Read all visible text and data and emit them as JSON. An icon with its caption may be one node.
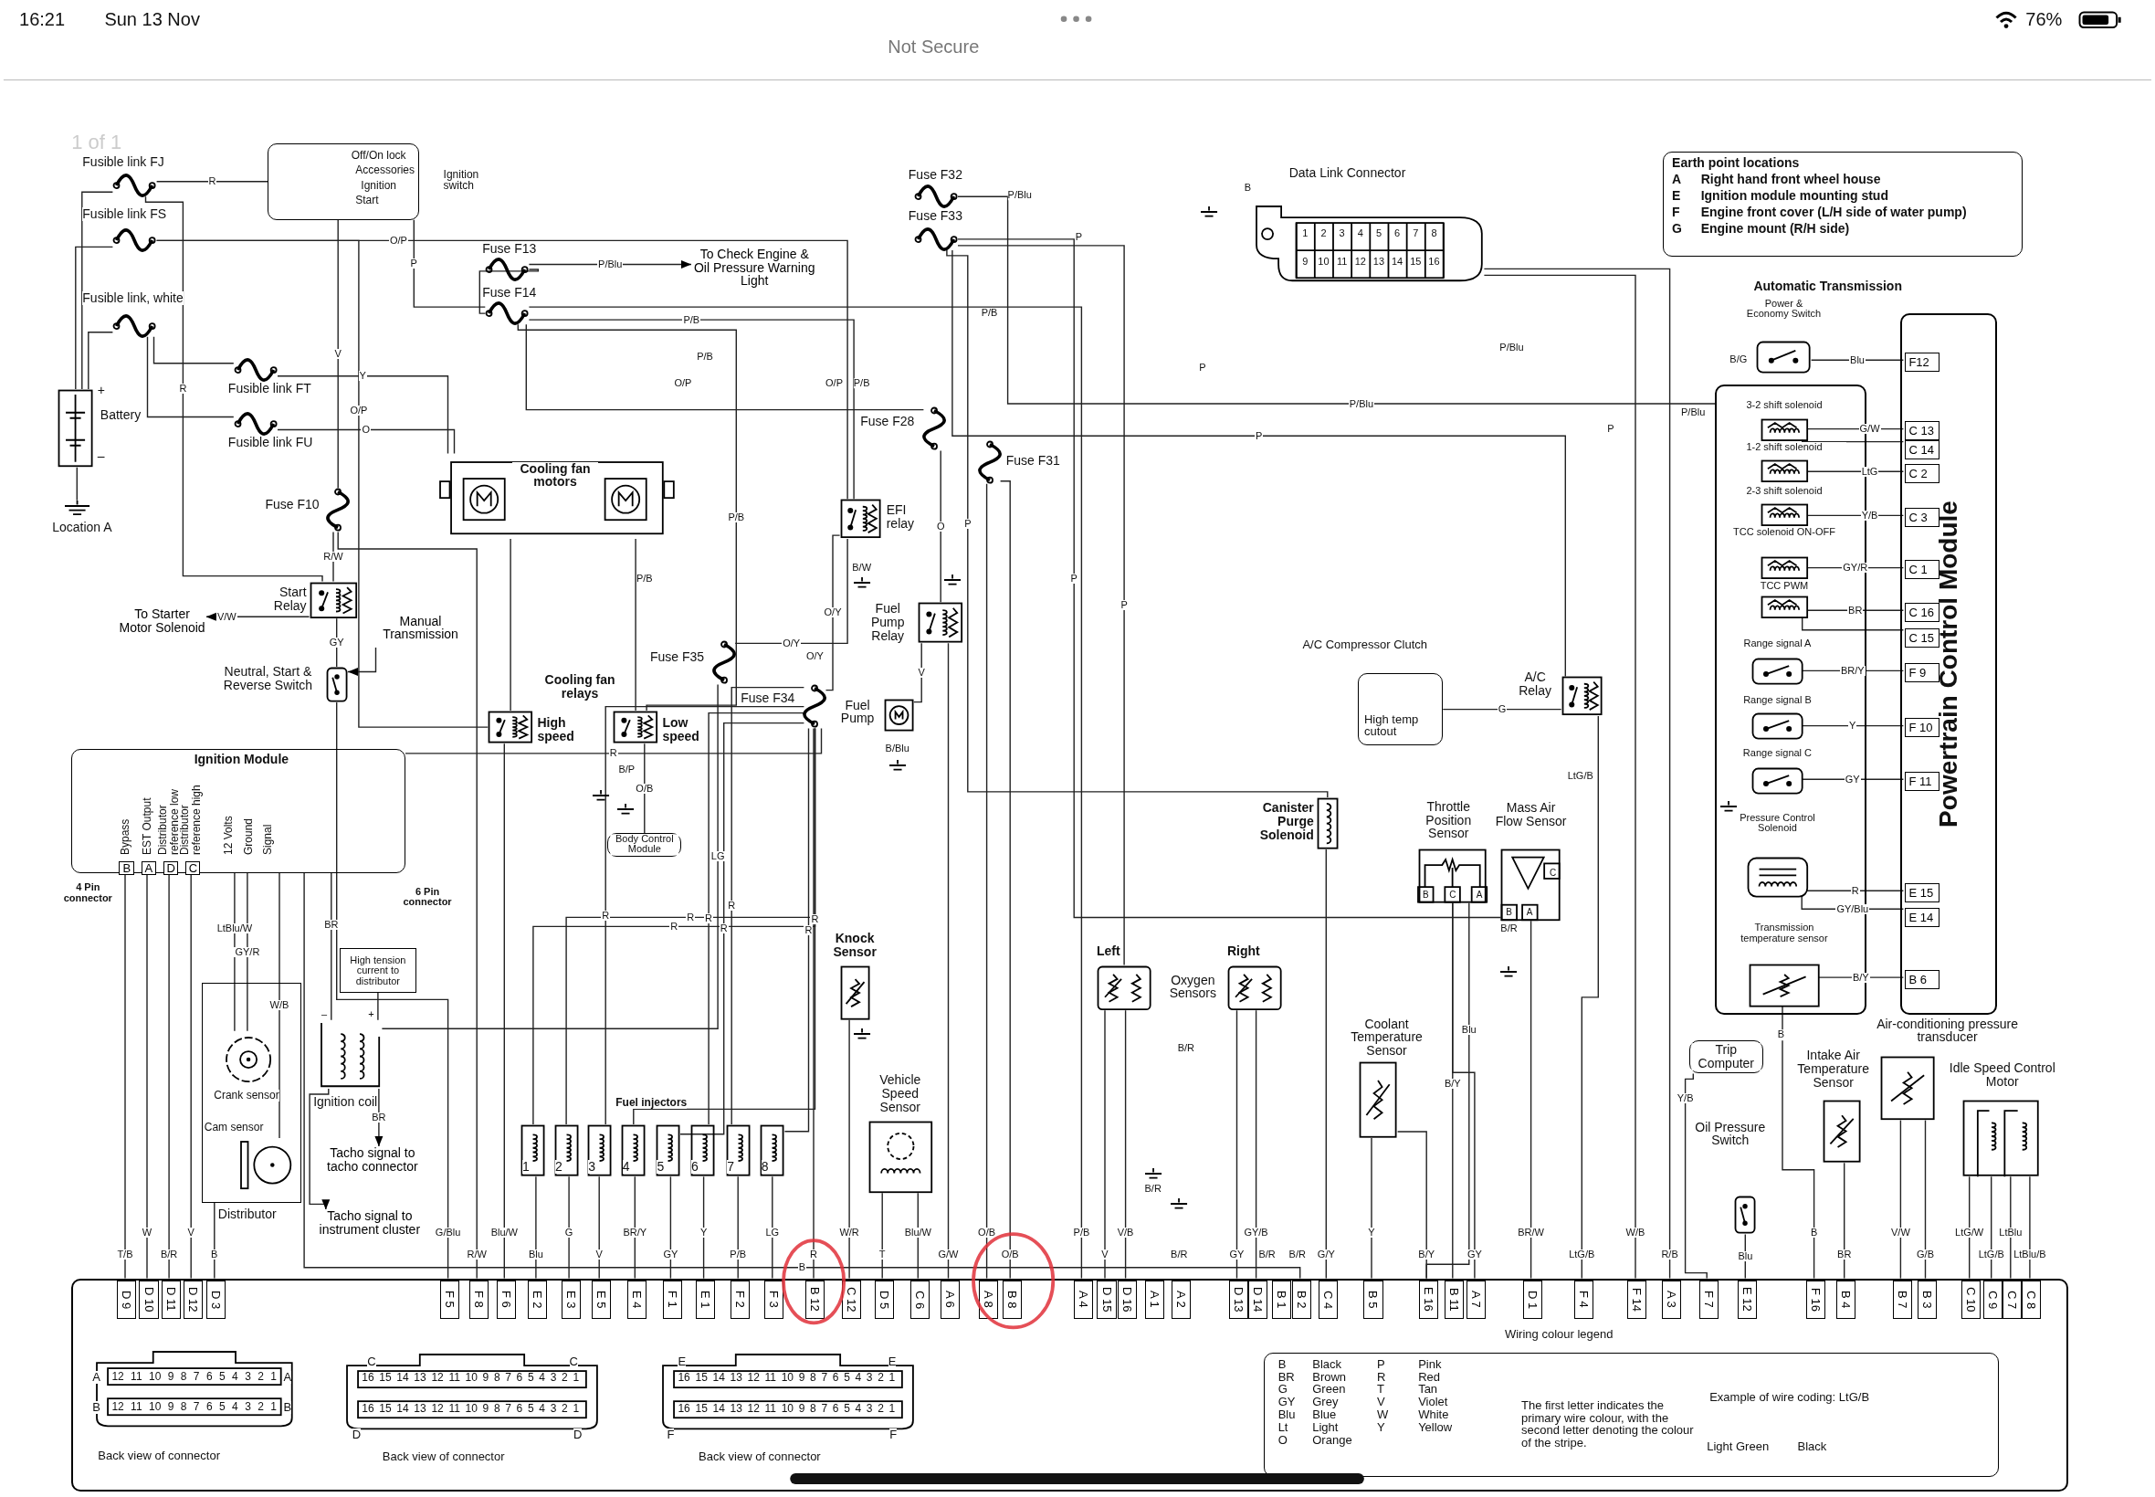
{
  "diagram": {
    "nodes": [
      {
        "text": [
          "Off/On lock",
          "Accessories",
          "Ignition",
          "Start",
          "Ignition switch"
        ]
      },
      {
        "text": [
          "Fusible link FJ"
        ]
      },
      {
        "text": [
          "Fusible link FS"
        ]
      },
      {
        "text": [
          "Fusible link, white"
        ]
      },
      {
        "text": [
          "Battery"
        ]
      },
      {
        "text": [
          "Location A"
        ]
      },
      {
        "text": [
          "Fusible link FT"
        ]
      },
      {
        "text": [
          "Fusible link FU"
        ]
      },
      {
        "text": [
          "Fuse F13"
        ]
      },
      {
        "text": [
          "Fuse F14"
        ]
      },
      {
        "text": [
          "To Check Engine & Oil Pressure Warning Light"
        ]
      },
      {
        "text": [
          "Fuse F32"
        ]
      },
      {
        "text": [
          "Fuse F33"
        ]
      },
      {
        "text": [
          "Data Link Connector"
        ]
      },
      {
        "text": [
          "Earth point locations",
          "A",
          "Right hand front wheel house",
          "E",
          "Ignition module mounting stud",
          "F",
          "Engine front cover (L/H side of water pump)",
          "G",
          "Engine mount (R/H side)"
        ]
      },
      {
        "text": [
          "Cooling fan motors"
        ]
      },
      {
        "text": [
          "Fuse F10"
        ]
      },
      {
        "text": [
          "Start Relay"
        ]
      },
      {
        "text": [
          "To Starter Motor Solenoid"
        ]
      },
      {
        "text": [
          "Neutral, Start & Reverse Switch"
        ]
      },
      {
        "text": [
          "Manual Transmission"
        ]
      },
      {
        "text": [
          "High speed"
        ]
      },
      {
        "text": [
          "Low speed"
        ]
      },
      {
        "text": [
          "Body Control Module"
        ]
      },
      {
        "text": [
          "Fuse F28"
        ]
      },
      {
        "text": [
          "Fuse F31"
        ]
      },
      {
        "text": [
          "EFI relay"
        ]
      },
      {
        "text": [
          "Fuel Pump Relay"
        ]
      },
      {
        "text": [
          "Fuel Pump"
        ]
      },
      {
        "text": [
          "Fuse F35"
        ]
      },
      {
        "text": [
          "Fuse F34"
        ]
      },
      {
        "text": [
          "A/C Compressor Clutch",
          "High temp cutout"
        ]
      },
      {
        "text": [
          "A/C Relay"
        ]
      },
      {
        "text": [
          "Canister Purge Solenoid"
        ]
      },
      {
        "text": [
          "Power & Economy Switch"
        ]
      },
      {
        "text": [],
        "shape": "box"
      },
      {
        "text": [
          "3-2 shift solenoid"
        ],
        "in": 35
      },
      {
        "text": [
          "1-2 shift solenoid"
        ],
        "in": 35
      },
      {
        "text": [
          "2-3 shift solenoid"
        ],
        "in": 35
      },
      {
        "text": [
          "TCC solenoid ON-OFF"
        ],
        "in": 35
      },
      {
        "text": [
          "TCC PWM"
        ],
        "in": 35
      },
      {
        "text": [
          "Range signal A"
        ],
        "in": 35
      },
      {
        "text": [
          "Range signal B"
        ],
        "in": 35
      },
      {
        "text": [
          "Range signal C"
        ],
        "in": 35
      },
      {
        "text": [
          "Pressure Control Solenoid"
        ],
        "in": 35
      },
      {
        "text": [
          "Transmission temperature sensor"
        ],
        "in": 35
      },
      {
        "text": [
          "Powertrain Control Module"
        ]
      },
      {
        "text": [
          "F12"
        ],
        "in": 46
      },
      {
        "text": [
          "C 13"
        ],
        "in": 46
      },
      {
        "text": [
          "C 14"
        ],
        "in": 46
      },
      {
        "text": [
          "C 2"
        ],
        "in": 46
      },
      {
        "text": [
          "C 3"
        ],
        "in": 46
      },
      {
        "text": [
          "C 1"
        ],
        "in": 46
      },
      {
        "text": [
          "C 16"
        ],
        "in": 46
      },
      {
        "text": [
          "C 15"
        ],
        "in": 46
      },
      {
        "text": [
          "F 9"
        ],
        "in": 46
      },
      {
        "text": [
          "F 10"
        ],
        "in": 46
      },
      {
        "text": [
          "F 11"
        ],
        "in": 46
      },
      {
        "text": [
          "E 15"
        ],
        "in": 46
      },
      {
        "text": [
          "E 14"
        ],
        "in": 46
      },
      {
        "text": [
          "B 6"
        ],
        "in": 46
      },
      {
        "text": [
          "Ignition Module"
        ]
      },
      {
        "text": [
          "B"
        ],
        "in": 61
      },
      {
        "text": [
          "A"
        ],
        "in": 61
      },
      {
        "text": [
          "D"
        ],
        "in": 61
      },
      {
        "text": [
          "C"
        ],
        "in": 61
      },
      {
        "text": [
          "High tension current to distributor"
        ]
      },
      {
        "text": [
          "Ignition coil"
        ]
      },
      {
        "text": [
          "Distributor"
        ]
      },
      {
        "text": [
          "Crank sensor"
        ],
        "in": 68
      },
      {
        "text": [
          "Cam sensor"
        ],
        "in": 68
      },
      {
        "text": [
          "Tacho signal to tacho connector"
        ]
      },
      {
        "text": [
          "Tacho signal to instrument cluster"
        ]
      },
      {
        "text": [
          "1"
        ]
      },
      {
        "text": [
          "2"
        ]
      },
      {
        "text": [
          "3"
        ]
      },
      {
        "text": [
          "4"
        ]
      },
      {
        "text": [
          "5"
        ]
      },
      {
        "text": [
          "6"
        ]
      },
      {
        "text": [
          "7"
        ]
      },
      {
        "text": [
          "8"
        ]
      },
      {
        "text": [
          "Knock Sensor"
        ]
      },
      {
        "text": [
          "Vehicle Speed Sensor"
        ]
      },
      {
        "text": [
          "Left"
        ]
      },
      {
        "text": [
          "Right"
        ]
      },
      {
        "text": [
          "Coolant Temperature Sensor"
        ]
      },
      {
        "text": [
          "Throttle Position Sensor"
        ]
      },
      {
        "text": [
          "Mass Air Flow Sensor"
        ]
      },
      {
        "text": [
          "Trip Computer"
        ]
      },
      {
        "text": [
          "Oil Pressure Switch"
        ]
      },
      {
        "text": [
          "Intake Air Temperature Sensor"
        ]
      },
      {
        "text": [
          "Air-conditioning pressure transducer"
        ]
      },
      {
        "text": [
          "Idle Speed Control Motor"
        ]
      },
      {
        "text": [],
        "shape": "box"
      },
      {
        "text": [
          "D 9"
        ],
        "in": 93
      },
      {
        "text": [
          "D 10"
        ],
        "in": 93
      },
      {
        "text": [
          "D 11"
        ],
        "in": 93
      },
      {
        "text": [
          "D 12"
        ],
        "in": 93
      },
      {
        "text": [
          "D 3"
        ],
        "in": 93
      },
      {
        "text": [
          "F 5"
        ],
        "in": 93
      },
      {
        "text": [
          "F 8"
        ],
        "in": 93
      },
      {
        "text": [
          "F 6"
        ],
        "in": 93
      },
      {
        "text": [
          "E 2"
        ],
        "in": 93
      },
      {
        "text": [
          "E 3"
        ],
        "in": 93
      },
      {
        "text": [
          "E 5"
        ],
        "in": 93
      },
      {
        "text": [
          "E 4"
        ],
        "in": 93
      },
      {
        "text": [
          "F 1"
        ],
        "in": 93
      },
      {
        "text": [
          "E 1"
        ],
        "in": 93
      },
      {
        "text": [
          "F 2"
        ],
        "in": 93
      },
      {
        "text": [
          "F 3"
        ],
        "in": 93
      },
      {
        "text": [
          "B 12"
        ],
        "in": 93
      },
      {
        "text": [
          "C 12"
        ],
        "in": 93
      },
      {
        "text": [
          "D 5"
        ],
        "in": 93
      },
      {
        "text": [
          "C 6"
        ],
        "in": 93
      },
      {
        "text": [
          "A 6"
        ],
        "in": 93
      },
      {
        "text": [
          "A 8"
        ],
        "in": 93
      },
      {
        "text": [
          "B 8"
        ],
        "in": 93
      },
      {
        "text": [
          "A 4"
        ],
        "in": 93
      },
      {
        "text": [
          "D 15"
        ],
        "in": 93
      },
      {
        "text": [
          "D 16"
        ],
        "in": 93
      },
      {
        "text": [
          "A 1"
        ],
        "in": 93
      },
      {
        "text": [
          "A 2"
        ],
        "in": 93
      },
      {
        "text": [
          "D 13"
        ],
        "in": 93
      },
      {
        "text": [
          "D 14"
        ],
        "in": 93
      },
      {
        "text": [
          "B 1"
        ],
        "in": 93
      },
      {
        "text": [
          "B 2"
        ],
        "in": 93
      },
      {
        "text": [
          "C 4"
        ],
        "in": 93
      },
      {
        "text": [
          "B 5"
        ],
        "in": 93
      },
      {
        "text": [
          "E 16"
        ],
        "in": 93
      },
      {
        "text": [
          "B 11"
        ],
        "in": 93
      },
      {
        "text": [
          "A 7"
        ],
        "in": 93
      },
      {
        "text": [
          "D 1"
        ],
        "in": 93
      },
      {
        "text": [
          "F 4"
        ],
        "in": 93
      },
      {
        "text": [
          "F 14"
        ],
        "in": 93
      },
      {
        "text": [
          "A 3"
        ],
        "in": 93
      },
      {
        "text": [
          "F 7"
        ],
        "in": 93
      },
      {
        "text": [
          "E 12"
        ],
        "in": 93
      },
      {
        "text": [
          "F 16"
        ],
        "in": 93
      },
      {
        "text": [
          "B 4"
        ],
        "in": 93
      },
      {
        "text": [
          "B 7"
        ],
        "in": 93
      },
      {
        "text": [
          "B 3"
        ],
        "in": 93
      },
      {
        "text": [
          "C 10"
        ],
        "in": 93
      },
      {
        "text": [
          "C 9"
        ],
        "in": 93
      },
      {
        "text": [
          "C 7"
        ],
        "in": 93
      },
      {
        "text": [
          "C 8"
        ],
        "in": 93
      },
      {
        "text": [
          "A",
          "12 11 10 9 8 7 6 5 4 3 2 1",
          "A",
          "B",
          "12 11 10 9 8 7 6 5 4 3 2 1",
          "B",
          "Back view of connector"
        ],
        "in": 93
      },
      {
        "text": [
          "C",
          "C",
          "16 15 14 13 12 11 10 9 8 7 6 5 4 3 2 1",
          "16 15 14 13 12 11 10 9 8 7 6 5 4 3 2 1",
          "D",
          "D",
          "Back view of connector"
        ],
        "in": 93
      },
      {
        "text": [
          "E",
          "E",
          "16 15 14 13 12 11 10 9 8 7 6 5 4 3 2 1",
          "16 15 14 13 12 11 10 9 8 7 6 5 4 3 2 1",
          "F",
          "F",
          "Back view of connector"
        ],
        "in": 93
      },
      {
        "text": [
          "Wiring colour legend",
          "B BR G GY Blu Lt O",
          "Black Brown Green Grey Blue Light Orange",
          "P R T V W Y",
          "Pink Red Tan Violet White Yellow",
          "The first letter indicates the primary wire colour, with the second letter denoting the colour of the stripe.",
          "Example of wire coding: LtG/B",
          "Light Green",
          "Black"
        ],
        "in": 93
      }
    ],
    "edges": [
      {
        "from": 1,
        "to": 0,
        "arrow": "none",
        "label": "R"
      },
      {
        "from": 1,
        "to": 17,
        "arrow": "none",
        "label": "R"
      },
      {
        "from": 2,
        "to": 26,
        "arrow": "none",
        "label": "O/P"
      },
      {
        "from": 2,
        "to": 21,
        "arrow": "none",
        "label": "O/P"
      },
      {
        "from": 4,
        "to": 1,
        "arrow": "none"
      },
      {
        "from": 4,
        "to": 2,
        "arrow": "none"
      },
      {
        "from": 4,
        "to": 3,
        "arrow": "none"
      },
      {
        "from": 4,
        "to": 5,
        "arrow": "none"
      },
      {
        "from": 3,
        "to": 6,
        "arrow": "none"
      },
      {
        "from": 3,
        "to": 7,
        "arrow": "none"
      },
      {
        "from": 6,
        "to": 15,
        "arrow": "none",
        "label": "Y"
      },
      {
        "from": 7,
        "to": 15,
        "arrow": "none",
        "label": "O"
      },
      {
        "from": 0,
        "to": 9,
        "arrow": "none",
        "label": "P"
      },
      {
        "from": 9,
        "to": 8,
        "arrow": "none"
      },
      {
        "from": 0,
        "to": 16,
        "arrow": "none",
        "label": "V"
      },
      {
        "from": 8,
        "to": 10,
        "arrow": "to",
        "label": "P/Blu"
      },
      {
        "from": 9,
        "to": 26,
        "arrow": "none",
        "label": "P/B"
      },
      {
        "from": 9,
        "to": 22,
        "arrow": "none",
        "label": "P/B"
      },
      {
        "from": 16,
        "to": 17,
        "arrow": "none",
        "label": "R/W"
      },
      {
        "from": 17,
        "to": 18,
        "arrow": "to",
        "label": "V/W"
      },
      {
        "from": 17,
        "to": 19,
        "arrow": "none",
        "label": "GY"
      },
      {
        "from": 20,
        "to": 19,
        "arrow": "to"
      },
      {
        "from": 19,
        "to": 99,
        "arrow": "none",
        "label": "G/Blu"
      },
      {
        "from": 16,
        "to": 100,
        "arrow": "none",
        "label": "R/W"
      },
      {
        "from": 15,
        "to": 21,
        "arrow": "none"
      },
      {
        "from": 15,
        "to": 22,
        "arrow": "none"
      },
      {
        "from": 21,
        "to": 101,
        "arrow": "none",
        "label": "Blu/W"
      },
      {
        "from": 22,
        "to": 23,
        "arrow": "none",
        "label": "O/B"
      },
      {
        "from": 9,
        "to": 24,
        "arrow": "none"
      },
      {
        "from": 26,
        "to": 29,
        "arrow": "none",
        "label": "O/Y"
      },
      {
        "from": 26,
        "to": 30,
        "arrow": "none",
        "label": "O/Y"
      },
      {
        "from": 24,
        "to": 27,
        "arrow": "none",
        "label": "O"
      },
      {
        "from": 27,
        "to": 28,
        "arrow": "none",
        "label": "V"
      },
      {
        "from": 27,
        "to": 114,
        "arrow": "none",
        "label": "G/W"
      },
      {
        "from": 25,
        "to": 115,
        "arrow": "none",
        "label": "O/B"
      },
      {
        "from": 25,
        "to": 116,
        "arrow": "none",
        "label": "O/B"
      },
      {
        "from": 29,
        "to": 67,
        "arrow": "none",
        "label": "LG"
      },
      {
        "from": 30,
        "to": 110,
        "arrow": "none",
        "label": "R"
      },
      {
        "from": 30,
        "to": 73,
        "arrow": "none",
        "label": "R"
      },
      {
        "from": 30,
        "to": 74,
        "arrow": "none",
        "label": "R"
      },
      {
        "from": 30,
        "to": 75,
        "arrow": "none",
        "label": "R"
      },
      {
        "from": 30,
        "to": 76,
        "arrow": "none",
        "label": "R"
      },
      {
        "from": 30,
        "to": 77,
        "arrow": "none",
        "label": "R"
      },
      {
        "from": 30,
        "to": 78,
        "arrow": "none",
        "label": "R"
      },
      {
        "from": 30,
        "to": 79,
        "arrow": "none",
        "label": "R"
      },
      {
        "from": 30,
        "to": 80,
        "arrow": "none",
        "label": "R"
      },
      {
        "from": 61,
        "to": 30,
        "arrow": "none",
        "label": "R"
      },
      {
        "from": 61,
        "to": 125,
        "arrow": "none",
        "label": "B"
      },
      {
        "from": 62,
        "to": 94,
        "arrow": "none",
        "label": "T/B"
      },
      {
        "from": 63,
        "to": 95,
        "arrow": "none",
        "label": "W"
      },
      {
        "from": 64,
        "to": 96,
        "arrow": "none",
        "label": "B/R"
      },
      {
        "from": 65,
        "to": 97,
        "arrow": "none",
        "label": "V"
      },
      {
        "from": 68,
        "to": 98,
        "arrow": "none",
        "label": "B"
      },
      {
        "from": 61,
        "to": 70,
        "arrow": "none",
        "label": "W/B"
      },
      {
        "from": 61,
        "to": 69,
        "arrow": "none",
        "label": "GY/R"
      },
      {
        "from": 61,
        "to": 69,
        "arrow": "none",
        "label": "LtBlu/W"
      },
      {
        "from": 61,
        "to": 67,
        "arrow": "none",
        "label": "BR"
      },
      {
        "from": 67,
        "to": 66,
        "arrow": "none"
      },
      {
        "from": 67,
        "to": 71,
        "arrow": "to",
        "label": "BR"
      },
      {
        "from": 67,
        "to": 72,
        "arrow": "to"
      },
      {
        "from": 73,
        "to": 102,
        "arrow": "none",
        "label": "Blu"
      },
      {
        "from": 74,
        "to": 103,
        "arrow": "none",
        "label": "G"
      },
      {
        "from": 75,
        "to": 104,
        "arrow": "none",
        "label": "V"
      },
      {
        "from": 76,
        "to": 105,
        "arrow": "none",
        "label": "BR/Y"
      },
      {
        "from": 77,
        "to": 106,
        "arrow": "none",
        "label": "GY"
      },
      {
        "from": 78,
        "to": 107,
        "arrow": "none",
        "label": "Y"
      },
      {
        "from": 79,
        "to": 108,
        "arrow": "none",
        "label": "P/B"
      },
      {
        "from": 80,
        "to": 109,
        "arrow": "none",
        "label": "LG"
      },
      {
        "from": 81,
        "to": 111,
        "arrow": "none",
        "label": "W/R"
      },
      {
        "from": 82,
        "to": 112,
        "arrow": "none",
        "label": "T"
      },
      {
        "from": 82,
        "to": 113,
        "arrow": "none",
        "label": "Blu/W"
      },
      {
        "from": 11,
        "to": 35,
        "arrow": "none",
        "label": "P/Blu"
      },
      {
        "from": 12,
        "to": 83,
        "arrow": "none",
        "label": "P"
      },
      {
        "from": 12,
        "to": 32,
        "arrow": "none",
        "label": "P"
      },
      {
        "from": 12,
        "to": 33,
        "arrow": "none",
        "label": "P"
      },
      {
        "from": 12,
        "to": 87,
        "arrow": "none",
        "label": "P"
      },
      {
        "from": 9,
        "to": 117,
        "arrow": "none",
        "label": "P/B"
      },
      {
        "from": 83,
        "to": 118,
        "arrow": "none",
        "label": "V"
      },
      {
        "from": 83,
        "to": 119,
        "arrow": "none",
        "label": "V/B"
      },
      {
        "from": 84,
        "to": 122,
        "arrow": "none",
        "label": "GY"
      },
      {
        "from": 84,
        "to": 123,
        "arrow": "none",
        "label": "GY/B"
      },
      {
        "from": 32,
        "to": 31,
        "arrow": "none",
        "label": "G"
      },
      {
        "from": 32,
        "to": 132,
        "arrow": "none",
        "label": "LtG/B"
      },
      {
        "from": 33,
        "to": 126,
        "arrow": "none",
        "label": "G/Y"
      },
      {
        "from": 85,
        "to": 127,
        "arrow": "none",
        "label": "Y"
      },
      {
        "from": 85,
        "to": 128,
        "arrow": "none",
        "label": "B/Y"
      },
      {
        "from": 86,
        "to": 128,
        "arrow": "none",
        "label": "B/Y"
      },
      {
        "from": 86,
        "to": 129,
        "arrow": "none",
        "label": "Blu"
      },
      {
        "from": 86,
        "to": 130,
        "arrow": "none",
        "label": "GY"
      },
      {
        "from": 87,
        "to": 131,
        "arrow": "none",
        "label": "BR/W"
      },
      {
        "from": 13,
        "to": 133,
        "arrow": "none",
        "label": "W/B"
      },
      {
        "from": 13,
        "to": 134,
        "arrow": "none",
        "label": "R/B"
      },
      {
        "from": 88,
        "to": 135,
        "arrow": "none",
        "label": "Y/B"
      },
      {
        "from": 89,
        "to": 136,
        "arrow": "none",
        "label": "Blu"
      },
      {
        "from": 45,
        "to": 137,
        "arrow": "none",
        "label": "B"
      },
      {
        "from": 90,
        "to": 138,
        "arrow": "none",
        "label": "BR"
      },
      {
        "from": 91,
        "to": 139,
        "arrow": "none",
        "label": "V/W"
      },
      {
        "from": 91,
        "to": 140,
        "arrow": "none",
        "label": "G/B"
      },
      {
        "from": 92,
        "to": 141,
        "arrow": "none",
        "label": "LtG/W"
      },
      {
        "from": 92,
        "to": 142,
        "arrow": "none",
        "label": "LtG/B"
      },
      {
        "from": 92,
        "to": 143,
        "arrow": "none",
        "label": "LtBlu"
      },
      {
        "from": 92,
        "to": 144,
        "arrow": "none",
        "label": "LtBlu/B"
      },
      {
        "from": 34,
        "to": 47,
        "arrow": "none",
        "label": "Blu"
      },
      {
        "from": 36,
        "to": 48,
        "arrow": "none",
        "label": "G/W"
      },
      {
        "from": 36,
        "to": 49,
        "arrow": "none"
      },
      {
        "from": 37,
        "to": 50,
        "arrow": "none",
        "label": "LtG"
      },
      {
        "from": 38,
        "to": 51,
        "arrow": "none",
        "label": "Y/B"
      },
      {
        "from": 39,
        "to": 52,
        "arrow": "none",
        "label": "GY/R"
      },
      {
        "from": 40,
        "to": 53,
        "arrow": "none",
        "label": "BR"
      },
      {
        "from": 40,
        "to": 54,
        "arrow": "none"
      },
      {
        "from": 41,
        "to": 55,
        "arrow": "none",
        "label": "BR/Y"
      },
      {
        "from": 42,
        "to": 56,
        "arrow": "none",
        "label": "Y"
      },
      {
        "from": 43,
        "to": 57,
        "arrow": "none",
        "label": "GY"
      },
      {
        "from": 44,
        "to": 58,
        "arrow": "none",
        "label": "R"
      },
      {
        "from": 44,
        "to": 59,
        "arrow": "none",
        "label": "GY/Blu"
      },
      {
        "from": 45,
        "to": 60,
        "arrow": "none",
        "label": "B/Y"
      }
    ],
    "labels": [
      "16:21",
      "Sun 13 Nov",
      "Not Secure",
      "76%",
      "1 of 1",
      "+",
      "–",
      "Cooling fan relays",
      "P/Blu",
      "P/Blu",
      "P/Blu",
      "P",
      "P",
      "P",
      "B",
      "1",
      "2",
      "3",
      "4",
      "5",
      "6",
      "7",
      "8",
      "9",
      "10",
      "11",
      "12",
      "13",
      "14",
      "15",
      "16",
      "Automatic Transmission",
      "B/G",
      "Oxygen Sensors",
      "4 Pin connector",
      "6 Pin connector",
      "Bypass",
      "EST Output",
      "Distributor reference low",
      "Distributor reference high",
      "12 Volts",
      "Ground",
      "Signal",
      "–",
      "+",
      "Fuel injectors",
      "B/W",
      "B/Blu",
      "B/P",
      "O/P",
      "P/B",
      "O/P",
      "P/B",
      "P/B",
      "P/B",
      "O/Y",
      "B/R",
      "B/R",
      "B/R",
      "B/R",
      "B/R",
      "B/R",
      "LtG/B",
      "B",
      "B",
      "C",
      "A",
      "C",
      "B",
      "A"
    ]
  }
}
